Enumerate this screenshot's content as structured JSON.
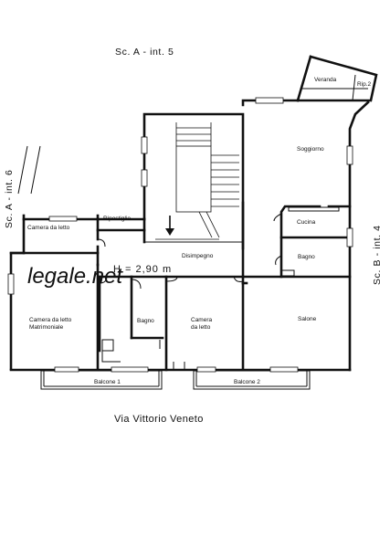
{
  "watermark": "legale.net",
  "headings": {
    "top": "Sc. A - int. 5",
    "left": "Sc. A - int. 6",
    "right": "Sc. B - int. 4"
  },
  "height_note": "H = 2,90 m",
  "street": "Via Vittorio Veneto",
  "rooms": {
    "veranda": "Veranda",
    "rip2": "Rip.2",
    "soggiorno": "Soggiorno",
    "cucina": "Cucina",
    "bagno_right": "Bagno",
    "salone": "Salone",
    "camera_letto_1": "Camera da letto",
    "ripostiglio": "Ripostiglio",
    "disimpegno": "Disimpegno",
    "camera_matrimoniale_1": "Camera da letto",
    "camera_matrimoniale_2": "Matrimoniale",
    "bagno_center": "Bagno",
    "camera_letto_2a": "Camera",
    "camera_letto_2b": "da letto",
    "balcone1": "Balcone 1",
    "balcone2": "Balcone 2"
  }
}
